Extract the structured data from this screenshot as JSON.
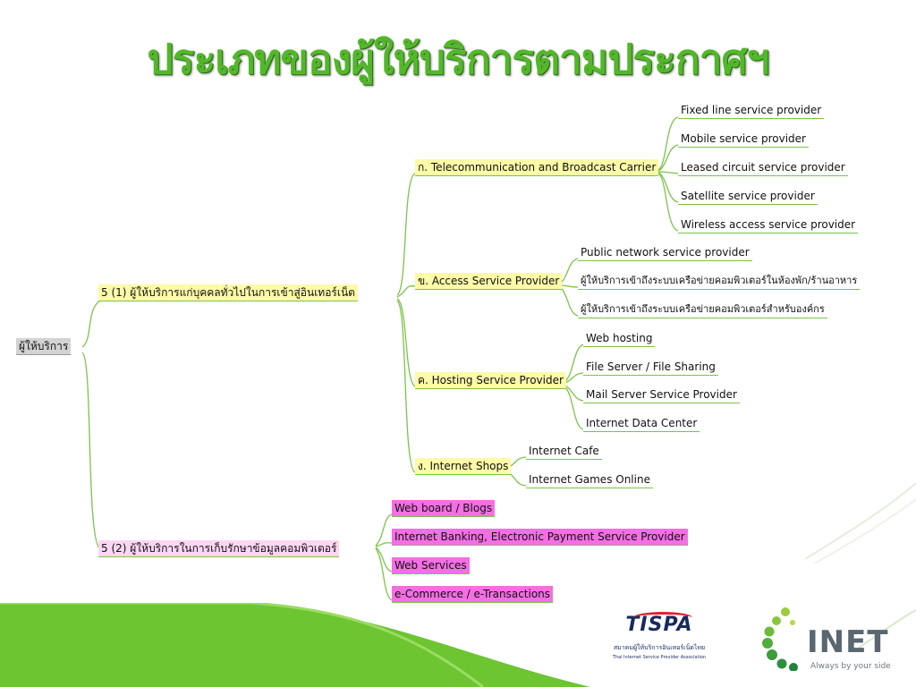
{
  "title": "ประเภทของผู้ให้บริการตามประกาศฯ",
  "root": "ผู้ให้บริการ",
  "level1": [
    "5 (1) ผู้ให้บริการแก่บุคคลทั่วไปในการเข้าสู่อินเทอร์เน็ต",
    "5 (2) ผู้ให้บริการในการเก็บรักษาข้อมูลคอมพิวเตอร์"
  ],
  "categories": [
    {
      "label": "ก. Telecommunication and Broadcast Carrier",
      "items": [
        "Fixed line service provider",
        "Mobile service provider",
        "Leased circuit service provider",
        "Satellite service provider",
        "Wireless access service provider"
      ]
    },
    {
      "label": "ข. Access Service Provider",
      "items": [
        "Public network service provider",
        "ผู้ให้บริการเข้าถึงระบบเครือข่ายคอมพิวเตอร์ในห้องพัก/ร้านอาหาร",
        "ผู้ให้บริการเข้าถึงระบบเครือข่ายคอมพิวเตอร์สำหรับองค์กร"
      ]
    },
    {
      "label": "ค. Hosting Service Provider",
      "items": [
        "Web hosting",
        "File Server / File Sharing",
        "Mail Server Service Provider",
        "Internet Data Center"
      ]
    },
    {
      "label": "ง. Internet Shops",
      "items": [
        "Internet Cafe",
        "Internet Games Online"
      ]
    }
  ],
  "storage_items": [
    "Web board / Blogs",
    "Internet Banking, Electronic Payment Service Provider",
    "Web Services",
    "e-Commerce / e-Transactions"
  ],
  "logos": {
    "tispa": {
      "word": "TISPA",
      "th": "สมาคมผู้ให้บริการอินเทอร์เน็ตไทย",
      "en": "Thai Internet Service Provider Association"
    },
    "inet": {
      "word": "INET",
      "tagline": "Always by your side"
    }
  },
  "colors": {
    "title": "#52b72a",
    "connector": "#7cc34a",
    "root_bg": "#d3d3d3",
    "category_bg": "#fdfaa8",
    "level1_b_bg": "#fbd6f4",
    "storage_bg": "#f46ee4",
    "footer_green": "#6cc531"
  }
}
